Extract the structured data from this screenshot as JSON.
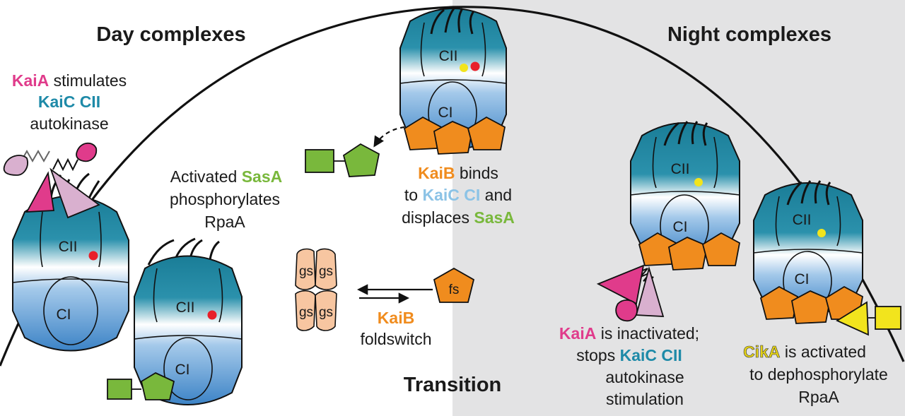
{
  "headings": {
    "day": "Day complexes",
    "night": "Night complexes",
    "transition": "Transition"
  },
  "domains": {
    "cii": "CII",
    "ci": "CI",
    "fs": "fs",
    "gs": "gs"
  },
  "captions": {
    "kaia_stimulates": {
      "line1_a": "KaiA",
      "line1_b": " stimulates",
      "line2": "KaiC CII",
      "line3": "autokinase"
    },
    "sasa": {
      "line1_a": "Activated ",
      "line1_b": "SasA",
      "line2": "phosphorylates",
      "line3": "RpaA"
    },
    "kaib_binds": {
      "line1_a": "KaiB",
      "line1_b": " binds",
      "line2_a": "to ",
      "line2_b": "KaiC CI",
      "line2_c": " and",
      "line3_a": "displaces ",
      "line3_b": "SasA"
    },
    "foldswitch": {
      "line1": "KaiB",
      "line2": "foldswitch"
    },
    "kaia_inactivated": {
      "line1_a": "KaiA",
      "line1_b": " is inactivated;",
      "line2_a": "stops ",
      "line2_b": "KaiC CII",
      "line3": "autokinase",
      "line4": "stimulation"
    },
    "cika": {
      "line1_a": "CikA",
      "line1_b": " is activated",
      "line2": "to dephosphorylate",
      "line3": "RpaA"
    }
  },
  "colors": {
    "kaia": "#e03b8b",
    "kaic_cii": "#1e8aa8",
    "kaic_ci": "#8cc3e6",
    "kaib": "#f08c1e",
    "sasa": "#79b83c",
    "cika": "#f2e41d",
    "night_background": "#e3e3e4",
    "phosphate_red": "#e8202a",
    "phosphate_yellow": "#f2e41d"
  }
}
